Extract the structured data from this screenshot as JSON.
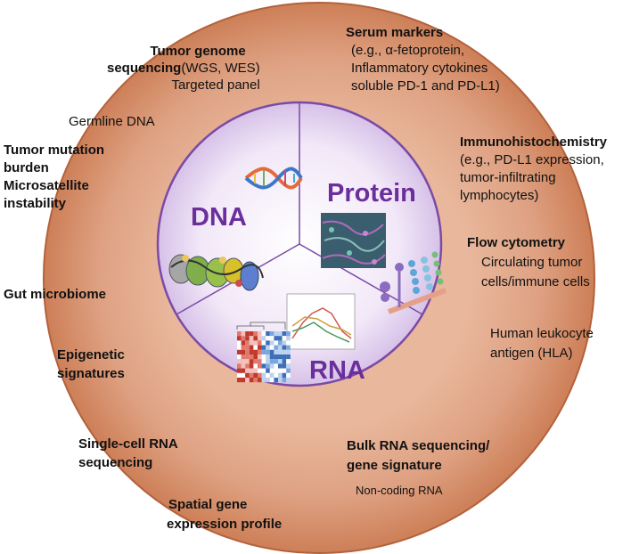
{
  "colors": {
    "outer_ring": "#d99a78",
    "outer_ring_edge": "#b3623c",
    "inner_disc": "#f3e9f8",
    "inner_edge": "#7a4aa6",
    "center_text": "#6a2f9b"
  },
  "center": {
    "dna": "DNA",
    "protein": "Protein",
    "rna": "RNA"
  },
  "labels": {
    "tumor_genome": {
      "line1": "Tumor genome",
      "line2_bold": "sequencing",
      "line2_normal": "(WGS, WES)",
      "line3": "Targeted panel"
    },
    "germline": "Germline DNA",
    "tmb": {
      "line1": "Tumor mutation",
      "line2": "burden",
      "line3": "Microsatellite",
      "line4": "instability"
    },
    "gut": "Gut microbiome",
    "epigenetic": {
      "line1": "Epigenetic",
      "line2": "signatures"
    },
    "single_cell": {
      "line1": "Single-cell RNA",
      "line2": "sequencing"
    },
    "spatial": {
      "line1": "Spatial gene",
      "line2": "expression profile"
    },
    "serum": {
      "title": "Serum markers",
      "line1": "(e.g., α-fetoprotein,",
      "line2": "Inflammatory cytokines",
      "line3": "soluble PD-1 and PD-L1)"
    },
    "ihc": {
      "title": "Immunohistochemistry",
      "line1": "(e.g., PD-L1 expression,",
      "line2": "tumor-infiltrating",
      "line3": "lymphocytes)"
    },
    "flow": {
      "title": "Flow cytometry",
      "line1": "Circulating tumor",
      "line2": "cells/immune cells"
    },
    "hla": {
      "line1": "Human leukocyte",
      "line2": "antigen (HLA)"
    },
    "bulk": {
      "line1": "Bulk RNA sequencing/",
      "line2": "gene signature",
      "line3": "Non-coding RNA"
    }
  }
}
